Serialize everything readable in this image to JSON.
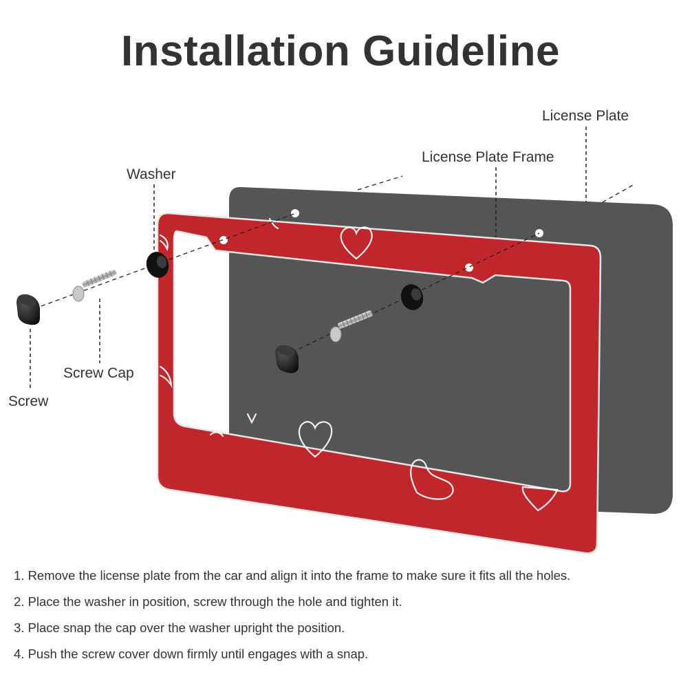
{
  "title": "Installation Guideline",
  "labels": {
    "license_plate": "License Plate",
    "license_plate_frame": "License Plate Frame",
    "washer": "Washer",
    "screw_cap": "Screw Cap",
    "screw": "Screw"
  },
  "steps": [
    "1. Remove the license plate from the car and align it into the frame to make sure it fits all the holes.",
    "2. Place the washer in position, screw through the hole and tighten it.",
    "3. Place snap the cap over the washer upright the position.",
    "4. Push the screw cover down firmly until engages with a snap."
  ],
  "colors": {
    "frame_red": "#c0262c",
    "plate_gray": "#555555",
    "hardware_black": "#151515",
    "screw_metal": "#b8b8b8"
  }
}
